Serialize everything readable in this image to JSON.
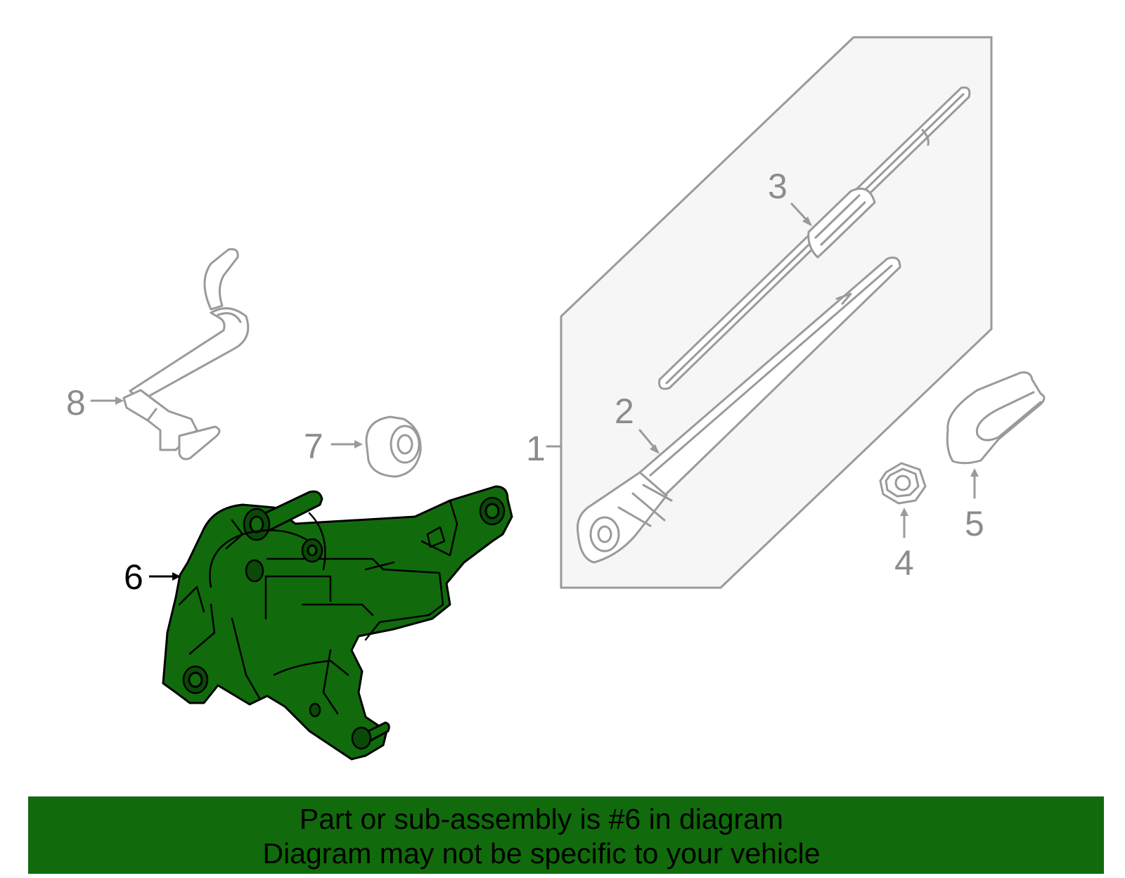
{
  "callouts": {
    "c1": "1",
    "c2": "2",
    "c3": "3",
    "c4": "4",
    "c5": "5",
    "c6": "6",
    "c7": "7",
    "c8": "8"
  },
  "highlight": {
    "part_number": "6",
    "color": "#116b0c"
  },
  "banner": {
    "line1": "Part or sub-assembly is #6 in diagram",
    "line2": "Diagram may not be specific to your vehicle"
  }
}
